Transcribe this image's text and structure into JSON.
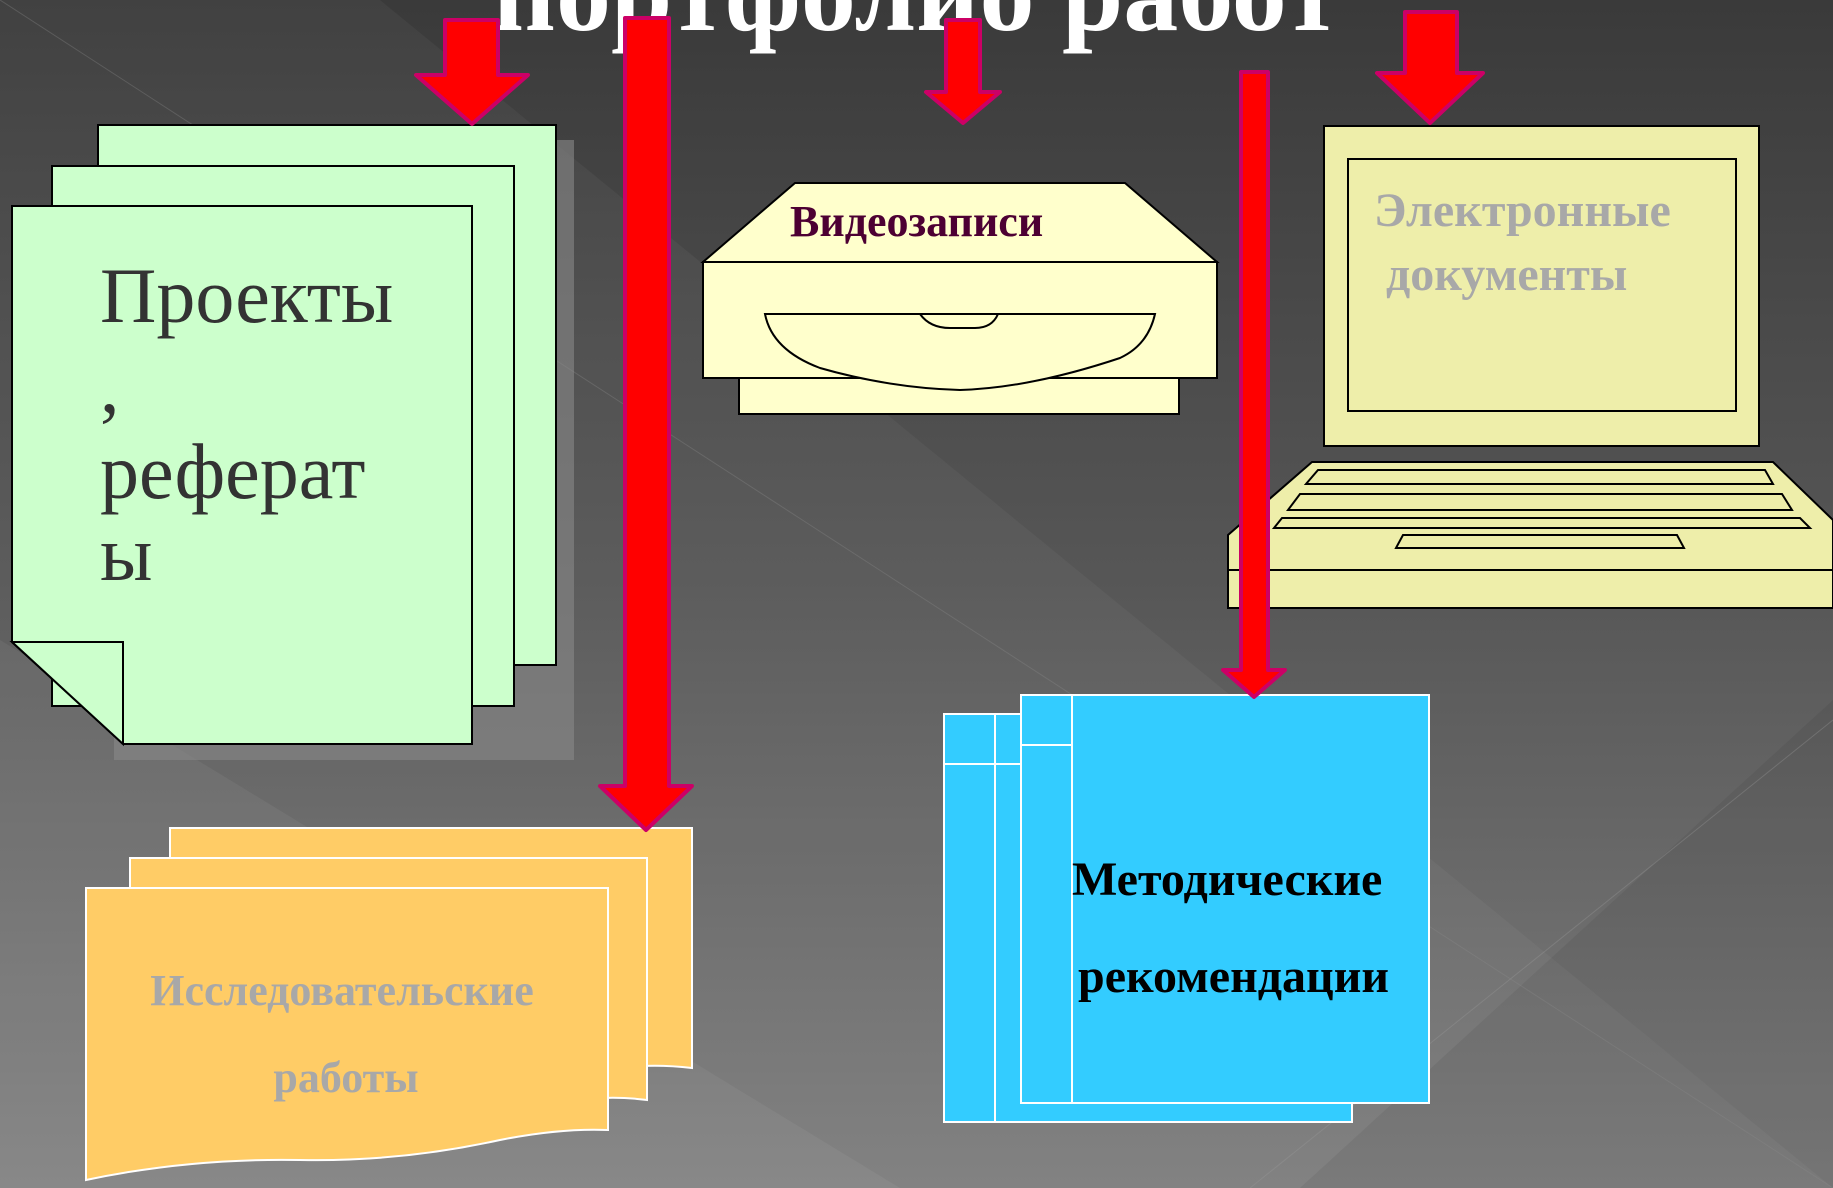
{
  "title": "портфолио работ",
  "nodes": {
    "projects": {
      "label_lines": [
        "Проекты",
        ",",
        "реферат",
        "ы"
      ],
      "fill": "#ccffcc",
      "text_color": "#333333"
    },
    "video": {
      "label": "Видеозаписи",
      "fill": "#ffffcc",
      "text_color": "#4d0033"
    },
    "electronic": {
      "label_lines": [
        "Электронные",
        "документы"
      ],
      "fill": "#eeeeaa",
      "text_color": "#a8a8a8"
    },
    "research": {
      "label_lines": [
        "Исследовательские",
        "работы"
      ],
      "fill": "#ffcc66",
      "text_color": "#a8a8a8"
    },
    "methodical": {
      "label_lines": [
        "Методические",
        "рекомендации"
      ],
      "fill": "#33ccff",
      "text_color": "#000000"
    }
  },
  "colors": {
    "arrow": "#ff0000",
    "arrow_outline": "#cc0066",
    "background": "#4a4a4a"
  },
  "icons": [
    "stacked-documents-icon",
    "video-cassette-player-icon",
    "laptop-icon",
    "stacked-wavy-documents-icon",
    "stacked-books-icon",
    "down-arrow-icon"
  ]
}
